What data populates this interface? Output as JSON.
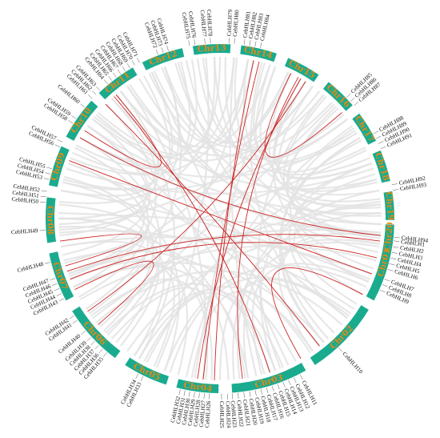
{
  "colors": {
    "band": "#1aab8f",
    "chr_label": "#e28a14",
    "synteny_background": "#e3e3e3",
    "synteny_highlight": "#cc2222",
    "gene_text": "#111111",
    "gene_tick": "#555555"
  },
  "chromosomes": [
    {
      "name": "Chr01",
      "start": 92,
      "end": 118
    },
    {
      "name": "Chr02",
      "start": 121.5,
      "end": 147
    },
    {
      "name": "Chr03",
      "start": 150.5,
      "end": 176
    },
    {
      "name": "Chr04",
      "start": 180.5,
      "end": 194.5
    },
    {
      "name": "Chr05",
      "start": 198,
      "end": 213
    },
    {
      "name": "Chr06",
      "start": 217,
      "end": 238
    },
    {
      "name": "Chr07",
      "start": 242,
      "end": 258.5
    },
    {
      "name": "Chr08",
      "start": 262,
      "end": 277
    },
    {
      "name": "Chr09",
      "start": 281,
      "end": 294.5
    },
    {
      "name": "Chr10",
      "start": 298,
      "end": 312.5
    },
    {
      "name": "Chr11",
      "start": 316,
      "end": 330
    },
    {
      "name": "Chr12",
      "start": 333.5,
      "end": 347.5
    },
    {
      "name": "Chr13",
      "start": 351,
      "end": 363.5
    },
    {
      "name": "Chr14",
      "start": 367,
      "end": 379
    },
    {
      "name": "Chr15",
      "start": 383,
      "end": 394.5
    },
    {
      "name": "Chr16",
      "start": 398.5,
      "end": 409.5
    },
    {
      "name": "Chr17",
      "start": 413,
      "end": 423.5
    },
    {
      "name": "Chr18",
      "start": 427,
      "end": 437.5
    },
    {
      "name": "Chr19",
      "start": 441,
      "end": 450.5
    },
    {
      "name": "Chr20",
      "start": 453.5,
      "end": 458.5
    }
  ],
  "genes": [
    {
      "label": "CebHLH1",
      "angle": 97.3
    },
    {
      "label": "CebHLH2",
      "angle": 99.2
    },
    {
      "label": "CebHLH3",
      "angle": 101.1
    },
    {
      "label": "CebHLH4",
      "angle": 103.0
    },
    {
      "label": "CebHLH5",
      "angle": 104.9
    },
    {
      "label": "CebHLH6",
      "angle": 106.8
    },
    {
      "label": "CebHLH7",
      "angle": 110.2
    },
    {
      "label": "CebHLH8",
      "angle": 112.1
    },
    {
      "label": "CebHLH9",
      "angle": 114.0
    },
    {
      "label": "CebHLH10",
      "angle": 137.4
    },
    {
      "label": "CebHLH11",
      "angle": 152.8
    },
    {
      "label": "CebHLH12",
      "angle": 155.1
    },
    {
      "label": "CebHLH13",
      "angle": 157.0
    },
    {
      "label": "CebHLH14",
      "angle": 158.9
    },
    {
      "label": "CebHLH15",
      "angle": 160.8
    },
    {
      "label": "CebHLH16",
      "angle": 162.7
    },
    {
      "label": "CebHLH17",
      "angle": 164.6
    },
    {
      "label": "CebHLH18",
      "angle": 166.5
    },
    {
      "label": "CebHLH19",
      "angle": 168.4
    },
    {
      "label": "CebHLH20",
      "angle": 170.3
    },
    {
      "label": "CebHLH21",
      "angle": 172.2
    },
    {
      "label": "CebHLH22",
      "angle": 174.1
    },
    {
      "label": "CebHLH23",
      "angle": 176.0
    },
    {
      "label": "CebHLH24",
      "angle": 177.6
    },
    {
      "label": "CebHLH25",
      "angle": 179.5
    },
    {
      "label": "CebHLH26",
      "angle": 183.5
    },
    {
      "label": "CebHLH27",
      "angle": 185.1
    },
    {
      "label": "CebHLH28",
      "angle": 186.7
    },
    {
      "label": "CebHLH29",
      "angle": 188.3
    },
    {
      "label": "CebHLH30",
      "angle": 189.9
    },
    {
      "label": "CebHLH31",
      "angle": 191.5
    },
    {
      "label": "CebHLH32",
      "angle": 193.1
    },
    {
      "label": "CebHLH33",
      "angle": 206.0
    },
    {
      "label": "CebHLH34",
      "angle": 207.8
    },
    {
      "label": "CebHLH35",
      "angle": 220.2
    },
    {
      "label": "CebHLH36",
      "angle": 222.0
    },
    {
      "label": "CebHLH37",
      "angle": 223.8
    },
    {
      "label": "CebHLH38",
      "angle": 225.6
    },
    {
      "label": "CebHLH39",
      "angle": 227.4
    },
    {
      "label": "CebHLH40",
      "angle": 230.2
    },
    {
      "label": "CebHLH41",
      "angle": 234.6
    },
    {
      "label": "CebHLH42",
      "angle": 236.4
    },
    {
      "label": "CebHLH43",
      "angle": 242.9
    },
    {
      "label": "CebHLH44",
      "angle": 244.7
    },
    {
      "label": "CebHLH45",
      "angle": 246.5
    },
    {
      "label": "CebHLH46",
      "angle": 248.3
    },
    {
      "label": "CebHLH47",
      "angle": 250.1
    },
    {
      "label": "CebHLH48",
      "angle": 255.6
    },
    {
      "label": "CebHLH49",
      "angle": 266.2
    },
    {
      "label": "CebHLH50",
      "angle": 275.3
    },
    {
      "label": "CebHLH51",
      "angle": 277.1
    },
    {
      "label": "CebHLH52",
      "angle": 278.9
    },
    {
      "label": "CebHLH53",
      "angle": 282.9
    },
    {
      "label": "CebHLH54",
      "angle": 284.7
    },
    {
      "label": "CebHLH55",
      "angle": 286.5
    },
    {
      "label": "CebHLH56",
      "angle": 294.1
    },
    {
      "label": "CebHLH57",
      "angle": 295.9
    },
    {
      "label": "CebHLH58",
      "angle": 302.9
    },
    {
      "label": "CebHLH59",
      "angle": 304.7
    },
    {
      "label": "CebHLH60",
      "angle": 309.4
    },
    {
      "label": "CebHLH61",
      "angle": 313.2
    },
    {
      "label": "CebHLH62",
      "angle": 315.0
    },
    {
      "label": "CebHLH63",
      "angle": 316.8
    },
    {
      "label": "CebHLH64",
      "angle": 320.1
    },
    {
      "label": "CebHLH65",
      "angle": 321.9
    },
    {
      "label": "CebHLH66",
      "angle": 323.7
    },
    {
      "label": "CebHLH67",
      "angle": 325.5
    },
    {
      "label": "CebHLH68",
      "angle": 327.3
    },
    {
      "label": "CebHLH69",
      "angle": 329.1
    },
    {
      "label": "CebHLH70",
      "angle": 330.9
    },
    {
      "label": "CebHLH71",
      "angle": 332.7
    },
    {
      "label": "CebHLH72",
      "angle": 339.3
    },
    {
      "label": "CebHLH73",
      "angle": 341.1
    },
    {
      "label": "CebHLH74",
      "angle": 342.9
    },
    {
      "label": "CebHLH75",
      "angle": 350.0
    },
    {
      "label": "CebHLH76",
      "angle": 351.8
    },
    {
      "label": "CebHLH77",
      "angle": 355.1
    },
    {
      "label": "CebHLH78",
      "angle": 356.9
    },
    {
      "label": "CebHLH79",
      "angle": 2.9
    },
    {
      "label": "CebHLH80",
      "angle": 4.7
    },
    {
      "label": "CebHLH81",
      "angle": 7.9
    },
    {
      "label": "CebHLH82",
      "angle": 9.7
    },
    {
      "label": "CebHLH83",
      "angle": 11.5
    },
    {
      "label": "CebHLH84",
      "angle": 13.3
    },
    {
      "label": "CebHLH85",
      "angle": 46.3
    },
    {
      "label": "CebHLH86",
      "angle": 48.1
    },
    {
      "label": "CebHLH87",
      "angle": 49.9
    },
    {
      "label": "CebHLH88",
      "angle": 61.1
    },
    {
      "label": "CebHLH89",
      "angle": 62.9
    },
    {
      "label": "CebHLH90",
      "angle": 64.7
    },
    {
      "label": "CebHLH91",
      "angle": 66.5
    },
    {
      "label": "CebHLH92",
      "angle": 78.9
    },
    {
      "label": "CebHLH93",
      "angle": 80.7
    },
    {
      "label": "CebHLH94",
      "angle": 96.1
    }
  ],
  "synteny_highlight": [
    {
      "a": 300,
      "b": 96
    },
    {
      "a": 303,
      "b": 320
    },
    {
      "a": 315,
      "b": 142
    },
    {
      "a": 319,
      "b": 162
    },
    {
      "a": 372,
      "b": 182
    },
    {
      "a": 374,
      "b": 186
    },
    {
      "a": 386,
      "b": 409
    },
    {
      "a": 389,
      "b": 172
    },
    {
      "a": 390,
      "b": 188
    },
    {
      "a": 392,
      "b": 235
    },
    {
      "a": 248,
      "b": 104
    },
    {
      "a": 251,
      "b": 98
    },
    {
      "a": 253,
      "b": 262
    },
    {
      "a": 244,
      "b": 229
    },
    {
      "a": 291,
      "b": 110
    },
    {
      "a": 150,
      "b": 118
    }
  ],
  "synteny_background": [
    {
      "a": 95,
      "b": 250
    },
    {
      "a": 97,
      "b": 300
    },
    {
      "a": 100,
      "b": 170
    },
    {
      "a": 102,
      "b": 330
    },
    {
      "a": 105,
      "b": 240
    },
    {
      "a": 108,
      "b": 390
    },
    {
      "a": 112,
      "b": 280
    },
    {
      "a": 115,
      "b": 200
    },
    {
      "a": 118,
      "b": 345
    },
    {
      "a": 124,
      "b": 265
    },
    {
      "a": 128,
      "b": 310
    },
    {
      "a": 131,
      "b": 230
    },
    {
      "a": 135,
      "b": 375
    },
    {
      "a": 138,
      "b": 420
    },
    {
      "a": 142,
      "b": 290
    },
    {
      "a": 145,
      "b": 210
    },
    {
      "a": 152,
      "b": 255
    },
    {
      "a": 155,
      "b": 335
    },
    {
      "a": 158,
      "b": 400
    },
    {
      "a": 160,
      "b": 225
    },
    {
      "a": 164,
      "b": 305
    },
    {
      "a": 167,
      "b": 365
    },
    {
      "a": 170,
      "b": 245
    },
    {
      "a": 173,
      "b": 440
    },
    {
      "a": 183,
      "b": 270
    },
    {
      "a": 186,
      "b": 325
    },
    {
      "a": 189,
      "b": 380
    },
    {
      "a": 192,
      "b": 415
    },
    {
      "a": 200,
      "b": 285
    },
    {
      "a": 203,
      "b": 355
    },
    {
      "a": 207,
      "b": 430
    },
    {
      "a": 210,
      "b": 320
    },
    {
      "a": 220,
      "b": 300
    },
    {
      "a": 224,
      "b": 370
    },
    {
      "a": 228,
      "b": 405
    },
    {
      "a": 232,
      "b": 445
    },
    {
      "a": 236,
      "b": 340
    },
    {
      "a": 245,
      "b": 315
    },
    {
      "a": 249,
      "b": 385
    },
    {
      "a": 254,
      "b": 425
    },
    {
      "a": 264,
      "b": 340
    },
    {
      "a": 268,
      "b": 395
    },
    {
      "a": 272,
      "b": 455
    },
    {
      "a": 276,
      "b": 360
    },
    {
      "a": 284,
      "b": 410
    },
    {
      "a": 288,
      "b": 432
    },
    {
      "a": 292,
      "b": 370
    },
    {
      "a": 300,
      "b": 418
    },
    {
      "a": 305,
      "b": 448
    },
    {
      "a": 309,
      "b": 395
    },
    {
      "a": 318,
      "b": 436
    },
    {
      "a": 322,
      "b": 400
    },
    {
      "a": 326,
      "b": 456
    },
    {
      "a": 336,
      "b": 412
    },
    {
      "a": 340,
      "b": 445
    },
    {
      "a": 344,
      "b": 385
    },
    {
      "a": 354,
      "b": 428
    },
    {
      "a": 358,
      "b": 452
    },
    {
      "a": 370,
      "b": 440
    },
    {
      "a": 376,
      "b": 418
    },
    {
      "a": 386,
      "b": 446
    },
    {
      "a": 392,
      "b": 430
    },
    {
      "a": 401,
      "b": 456
    },
    {
      "a": 406,
      "b": 99
    },
    {
      "a": 416,
      "b": 113
    },
    {
      "a": 420,
      "b": 140
    },
    {
      "a": 430,
      "b": 128
    },
    {
      "a": 434,
      "b": 160
    },
    {
      "a": 444,
      "b": 122
    },
    {
      "a": 448,
      "b": 175
    },
    {
      "a": 456,
      "b": 145
    },
    {
      "a": 96,
      "b": 215
    },
    {
      "a": 110,
      "b": 260
    },
    {
      "a": 126,
      "b": 198
    },
    {
      "a": 140,
      "b": 245
    },
    {
      "a": 157,
      "b": 212
    },
    {
      "a": 171,
      "b": 267
    },
    {
      "a": 185,
      "b": 233
    },
    {
      "a": 195,
      "b": 250
    },
    {
      "a": 212,
      "b": 270
    },
    {
      "a": 226,
      "b": 283
    },
    {
      "a": 241,
      "b": 296
    },
    {
      "a": 257,
      "b": 308
    },
    {
      "a": 270,
      "b": 322
    },
    {
      "a": 283,
      "b": 335
    },
    {
      "a": 297,
      "b": 350
    },
    {
      "a": 311,
      "b": 365
    },
    {
      "a": 325,
      "b": 378
    },
    {
      "a": 339,
      "b": 392
    },
    {
      "a": 352,
      "b": 404
    },
    {
      "a": 366,
      "b": 417
    },
    {
      "a": 380,
      "b": 430
    },
    {
      "a": 395,
      "b": 443
    },
    {
      "a": 99,
      "b": 140
    },
    {
      "a": 113,
      "b": 165
    },
    {
      "a": 127,
      "b": 180
    },
    {
      "a": 146,
      "b": 190
    },
    {
      "a": 162,
      "b": 208
    },
    {
      "a": 177,
      "b": 222
    },
    {
      "a": 204,
      "b": 248
    },
    {
      "a": 218,
      "b": 260
    },
    {
      "a": 234,
      "b": 275
    },
    {
      "a": 250,
      "b": 290
    },
    {
      "a": 266,
      "b": 305
    },
    {
      "a": 280,
      "b": 318
    },
    {
      "a": 294,
      "b": 332
    },
    {
      "a": 308,
      "b": 346
    },
    {
      "a": 322,
      "b": 358
    },
    {
      "a": 334,
      "b": 372
    },
    {
      "a": 348,
      "b": 386
    },
    {
      "a": 362,
      "b": 398
    },
    {
      "a": 378,
      "b": 412
    },
    {
      "a": 392,
      "b": 424
    },
    {
      "a": 407,
      "b": 437
    },
    {
      "a": 421,
      "b": 449
    },
    {
      "a": 436,
      "b": 92
    }
  ]
}
